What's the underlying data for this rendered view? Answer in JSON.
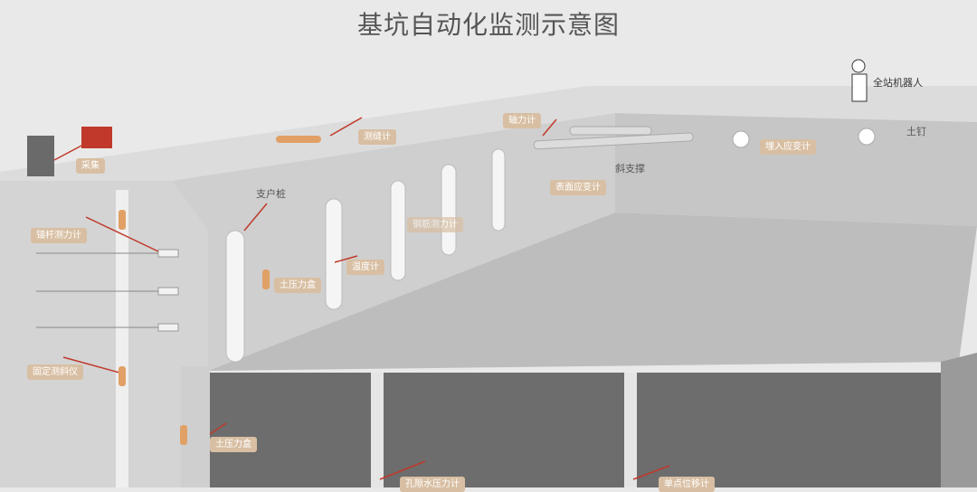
{
  "title": "基坑自动化监测示意图",
  "labels": {
    "collector": "采集",
    "inclinometer_surface": "测缝计",
    "axial_force": "轴力计",
    "diagonal_brace": "斜支撑",
    "surface_strain": "表面应变计",
    "embedded_strain": "埋入应变计",
    "soil_nail": "土钉",
    "total_station": "全站机器人",
    "support_pile": "支户桩",
    "anchor_force": "锚杆测力计",
    "rebar_force": "钢筋测力计",
    "earth_pressure_top": "土压力盒",
    "strain_gauge_pile": "温度计",
    "fixed_inclinometer": "固定测斜仪",
    "earth_pressure_bottom": "土压力盒",
    "pore_pressure": "孔隙水压力计",
    "displacement": "单点位移计"
  },
  "colors": {
    "accent": "#d8bfa3",
    "leader": "#c0392b",
    "collector_box": "#c0392b",
    "wall_dark": "#6d6d6d"
  }
}
